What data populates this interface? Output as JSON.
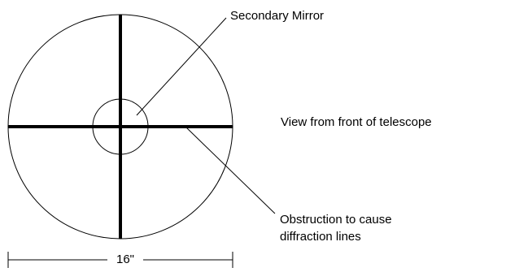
{
  "labels": {
    "secondary_mirror": "Secondary Mirror",
    "view": "View from front of telescope",
    "obstruction_line1": "Obstruction to cause",
    "obstruction_line2": "diffraction lines",
    "dimension": "16\""
  },
  "colors": {
    "stroke": "#000000",
    "background": "#ffffff"
  }
}
